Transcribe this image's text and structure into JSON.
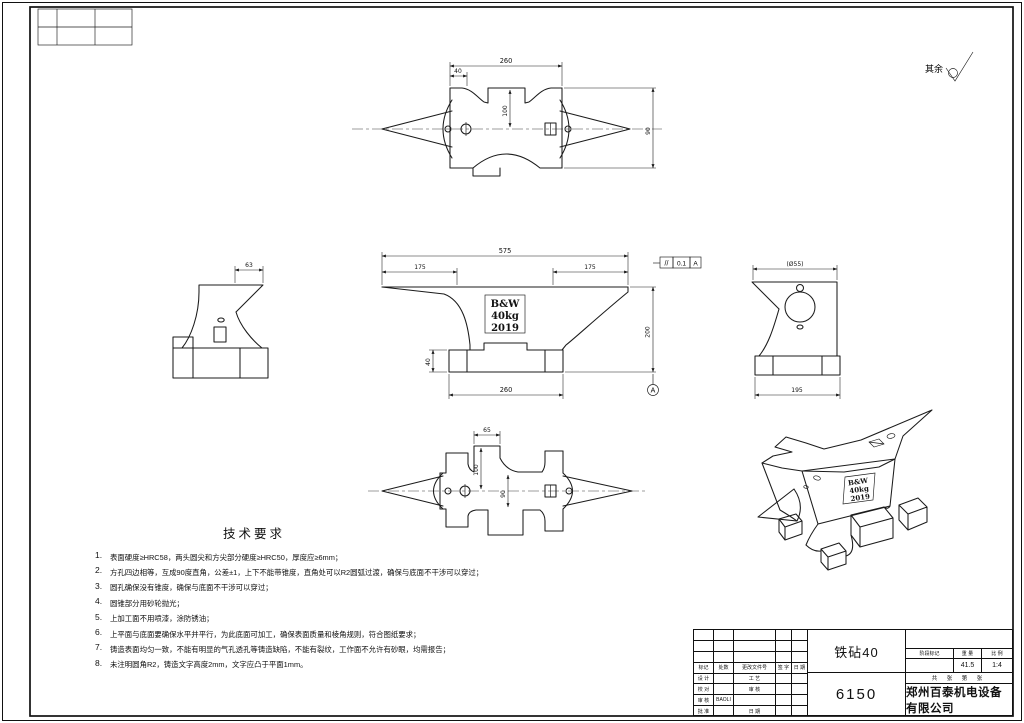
{
  "sheet": {
    "finish_note_label": "其余"
  },
  "views": {
    "top_view": {
      "dim_260": "260",
      "dim_40": "40",
      "dim_100": "100",
      "dim_90": "90"
    },
    "front_view": {
      "dim_575": "575",
      "dim_175_left": "175",
      "dim_175_right": "175",
      "dim_200": "200",
      "dim_40": "40",
      "dim_260": "260",
      "brand_line1": "B&W",
      "brand_line2": "40kg",
      "brand_line3": "2019",
      "tolerance": {
        "symbol": "//",
        "value": "0.1",
        "datum": "A"
      },
      "datum": "A"
    },
    "left_view": {
      "dim_63": "63"
    },
    "right_view": {
      "dim_dia": "(Ø55)",
      "dim_195": "195"
    },
    "bottom_view": {
      "dim_65": "65",
      "dim_100": "100",
      "dim_90": "90"
    },
    "iso_view": {
      "brand_line1": "B&W",
      "brand_line2": "40kg",
      "brand_line3": "2019"
    }
  },
  "tech_requirements": {
    "title": "技术要求",
    "items": [
      {
        "no": "1.",
        "text": "表面硬度≥HRC58，两头圆尖和方尖部分硬度≥HRC50，厚度应≥6mm；"
      },
      {
        "no": "2.",
        "text": "方孔四边相等，互成90度直角，公差±1，上下不能带锥度，直角处可以R2圆弧过渡，确保与底面不干涉可以穿过；"
      },
      {
        "no": "3.",
        "text": "圆孔确保没有锥度，确保与底面不干涉可以穿过；"
      },
      {
        "no": "4.",
        "text": "圆锥部分用砂轮抛光；"
      },
      {
        "no": "5.",
        "text": "上加工面不用喷漆，涂防锈油；"
      },
      {
        "no": "6.",
        "text": "上平面与底面要确保水平并平行，为此底面可加工，确保表面质量和棱角规则，符合图纸要求；"
      },
      {
        "no": "7.",
        "text": "铸造表面均匀一致，不能有明显的气孔透孔等铸造缺陷，不能有裂纹，工作面不允许有砂眼，均需报告；"
      },
      {
        "no": "8.",
        "text": "未注明圆角R2，铸造文字高度2mm，文字应凸于平面1mm。"
      }
    ]
  },
  "title_block": {
    "part_name": "铁砧40",
    "drawing_no": "6150",
    "company": "郑州百泰机电设备有限公司",
    "stage_label": "阶段标记",
    "weight_label": "重 量",
    "scale_label": "比 例",
    "weight": "41.5",
    "scale": "1:4",
    "sheet_note": "共 张 第 张",
    "rows": {
      "r1": [
        "标记",
        "处数",
        "更改文件号",
        "签 字",
        "日 期"
      ],
      "r2": [
        "设 计",
        "",
        "工 艺",
        "",
        ""
      ],
      "r3": [
        "校 对",
        "",
        "审 核",
        "",
        ""
      ],
      "r4": [
        "审 核",
        "BAOLI",
        "",
        "",
        ""
      ],
      "r5": [
        "批 准",
        "",
        "日 期",
        "",
        ""
      ]
    }
  }
}
